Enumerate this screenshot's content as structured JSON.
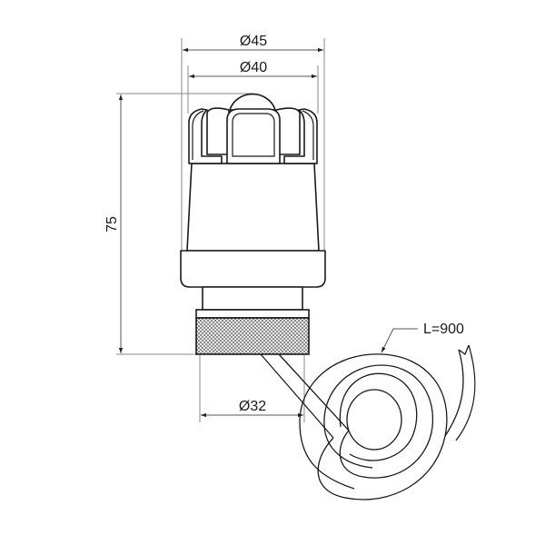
{
  "drawing": {
    "subject": "Thermoelectric actuator with knurled nut and coiled cable",
    "dimensions": {
      "outer_diameter": "Ø45",
      "inner_diameter": "Ø40",
      "height": "75",
      "nut_diameter": "Ø32",
      "cable_length": "L=900"
    },
    "colors": {
      "outline": "#1a1a1a",
      "dimension_lines": "#8a8a8a",
      "background": "#ffffff",
      "knurl_fill": "#6b6b6b"
    }
  }
}
